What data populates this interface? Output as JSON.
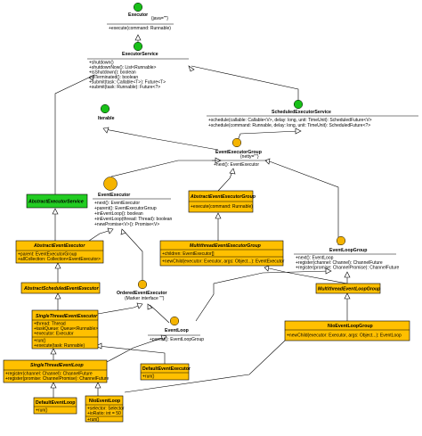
{
  "colors": {
    "class_fill": "#ffc000",
    "abstract_green_fill": "#22cc22",
    "interface_green": "#18c018",
    "interface_orange": "#f5b400",
    "line": "#000000",
    "background": "#ffffff"
  },
  "interfaces": {
    "executor": {
      "name": "Executor",
      "stereotype": "{java=\"\"}",
      "methods": [
        "+execute(command: Runnable)"
      ]
    },
    "executor_service": {
      "name": "ExecutorService",
      "methods": [
        "+shutdown()",
        "+shutdownNow(): List<Runnable>",
        "+isShutdown(): boolean",
        "+isTerminated(): boolean",
        "+submit(task: Callable<T>): Future<T>",
        "+submit(task: Runnable): Future<?>"
      ]
    },
    "scheduled_executor_service": {
      "name": "ScheduledExecutorService",
      "methods": [
        "+schedule(callable: Callable<V>, delay: long, unit: TimeUnit): ScheduledFuture<V>",
        "+schedule(command: Runnable, delay: long, unit: TimeUnit): ScheduledFuture<?>"
      ]
    },
    "iterable": {
      "name": "Iterable"
    },
    "event_executor_group": {
      "name": "EventExecutorGroup",
      "stereotype": "{netty=\"\"}",
      "methods": [
        "+next(): EventExecutor"
      ]
    },
    "event_executor": {
      "name": "EventExecutor",
      "methods": [
        "+next(): EventExecutor",
        "+parent(): EventExecutorGroup",
        "+inEventLoop(): boolean",
        "+inEventLoop(thread: Thread): boolean",
        "+newPromise<V>(): Promise<V>"
      ]
    },
    "ordered_event_executor": {
      "name": "OrderedEventExecutor",
      "note": "(Marker interface \"\")"
    },
    "event_loop": {
      "name": "EventLoop",
      "methods": [
        "+parent(): EventLoopGroup"
      ]
    },
    "event_loop_group": {
      "name": "EventLoopGroup",
      "methods": [
        "+next(): EventLoop",
        "+register(channel: Channel): ChannelFuture",
        "+register(promise: ChannelPromise): ChannelFuture"
      ]
    }
  },
  "classes": {
    "abstract_executor_service": {
      "name": "AbstractExecutorService"
    },
    "abstract_event_executor_group": {
      "name": "AbstractEventExecutorGroup",
      "methods": [
        "+execute(command: Runnable)"
      ]
    },
    "abstract_event_executor": {
      "name": "AbstractEventExecutor",
      "methods": [
        "+parent: EventExecutorGroup",
        "+allCollection: Collection<EventExecutor>"
      ]
    },
    "multithread_event_executor_group": {
      "name": "MultithreadEventExecutorGroup",
      "attributes": [
        "+children: EventExecutor[]"
      ],
      "methods": [
        "+newChild(executor: Executor, args: Object...): EventExecutor"
      ]
    },
    "abstract_scheduled_event_executor": {
      "name": "AbstractScheduledEventExecutor"
    },
    "multithread_event_loop_group": {
      "name": "MultithreadEventLoopGroup"
    },
    "single_thread_event_executor": {
      "name": "SingleThreadEventExecutor",
      "attributes": [
        "+thread: Thread",
        "+taskQueue: Queue<Runnable>",
        "+executor: Executor"
      ],
      "methods": [
        "+run()",
        "+execute(task: Runnable)"
      ]
    },
    "nio_event_loop_group": {
      "name": "NioEventLoopGroup",
      "methods": [
        "+newChild(executor: Executor, args: Object...): EventLoop"
      ]
    },
    "single_thread_event_loop": {
      "name": "SingleThreadEventLoop",
      "methods": [
        "+register(channel: Channel): ChannelFuture",
        "+register(promise: ChannelPromise): ChannelFuture"
      ]
    },
    "default_event_executor": {
      "name": "DefaultEventExecutor",
      "methods": [
        "+run()"
      ]
    },
    "default_event_loop": {
      "name": "DefaultEventLoop",
      "methods": [
        "+run()"
      ]
    },
    "nio_event_loop": {
      "name": "NioEventLoop",
      "attributes": [
        "+selector: Selector",
        "+ioRatio: int = 50"
      ],
      "methods": [
        "+run()"
      ]
    }
  }
}
